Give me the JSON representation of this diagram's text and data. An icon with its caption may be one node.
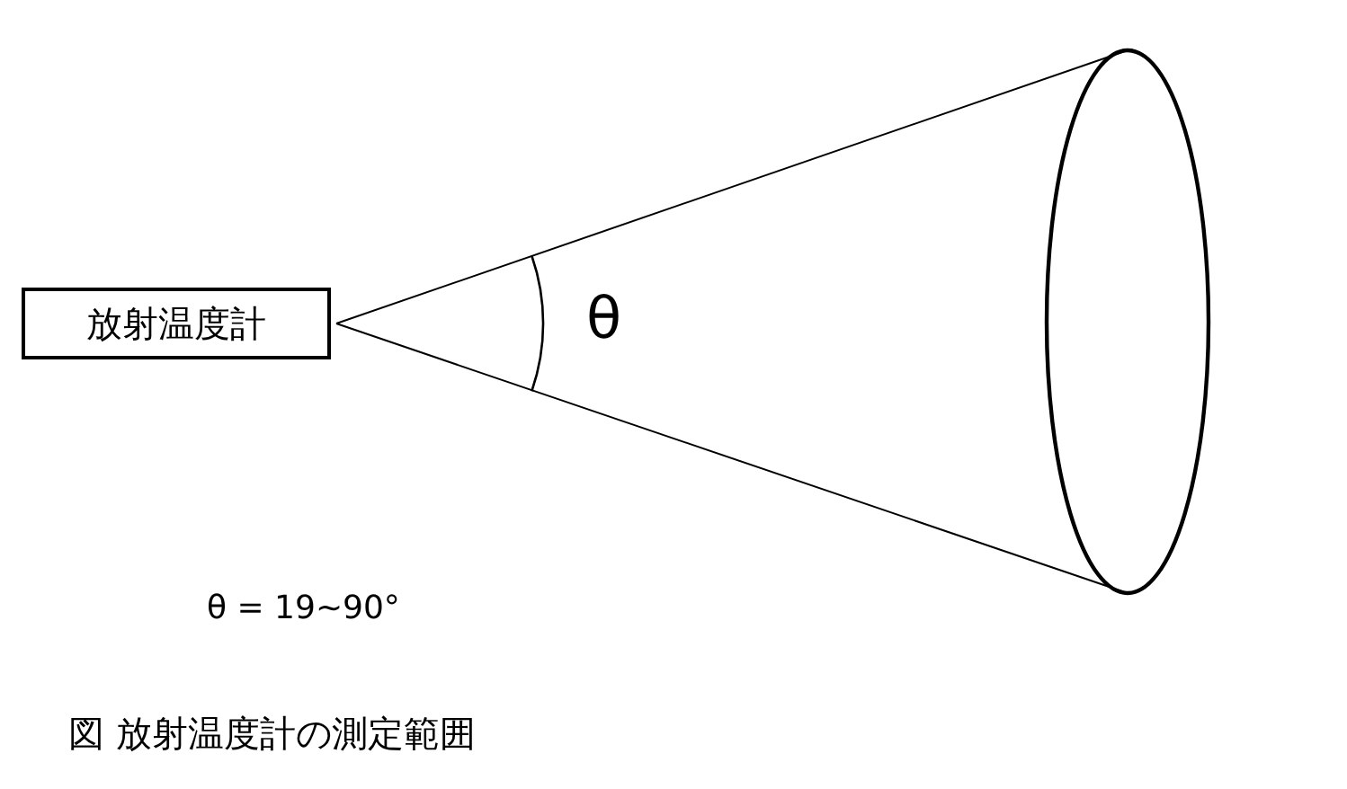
{
  "diagram": {
    "caption": "図 放射温度計の測定範囲",
    "nodes": [
      {
        "text": [
          "放射温度計"
        ]
      }
    ],
    "labels": [
      "θ",
      "θ = 19~90°"
    ]
  }
}
